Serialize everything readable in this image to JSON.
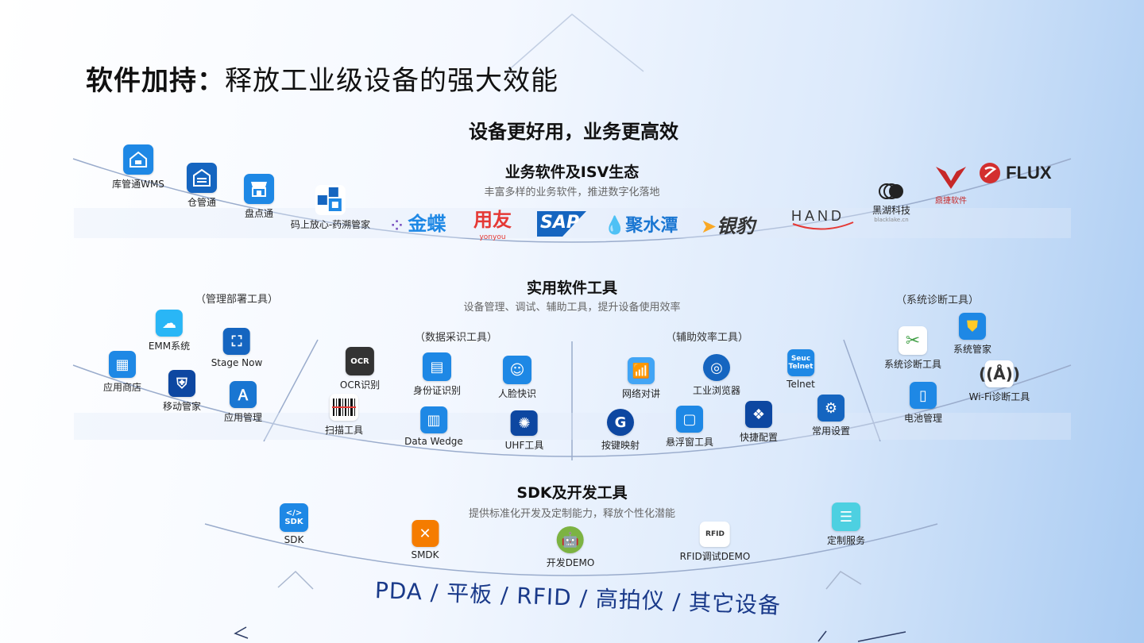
{
  "title": {
    "bold": "软件加持：",
    "rest": "释放工业级设备的强大效能"
  },
  "headline": "设备更好用，业务更高效",
  "isv": {
    "heading": "业务软件及ISV生态",
    "subtitle": "丰富多样的业务软件，推进数字化落地",
    "apps": [
      {
        "label": "库管通WMS",
        "icon": "warehouse-wms-icon",
        "color": "#1e88e5"
      },
      {
        "label": "仓管通",
        "icon": "warehouse-door-icon",
        "color": "#1565c0"
      },
      {
        "label": "盘点通",
        "icon": "store-icon",
        "color": "#1e88e5"
      },
      {
        "label": "码上放心-药溯管家",
        "icon": "qr-trace-icon",
        "color": "#1976d2"
      }
    ],
    "partners": [
      {
        "name": "金蝶",
        "color": "#1e88e5"
      },
      {
        "name": "用友",
        "sub": "yonyou",
        "color": "#e53935"
      },
      {
        "name": "SAP",
        "color": "#1565c0"
      },
      {
        "name": "聚水潭",
        "color": "#1976d2"
      },
      {
        "name": "银豹",
        "color": "#333333"
      },
      {
        "name": "HAND",
        "color": "#333333"
      },
      {
        "name": "黑湖科技",
        "sub": "blacklake.cn",
        "color": "#222222"
      },
      {
        "name": "鼎捷软件",
        "color": "#c62828"
      },
      {
        "name": "FLUX",
        "color": "#222222"
      }
    ]
  },
  "tools": {
    "heading": "实用软件工具",
    "subtitle": "设备管理、调试、辅助工具，提升设备使用效率",
    "mgmt": {
      "label": "（管理部署工具）",
      "apps": [
        {
          "label": "EMM系统",
          "icon": "emm-cloud-icon",
          "color": "#29b6f6"
        },
        {
          "label": "Stage Now",
          "icon": "stage-now-icon",
          "color": "#1565c0"
        },
        {
          "label": "应用商店",
          "icon": "app-store-bag-icon",
          "color": "#1e88e5"
        },
        {
          "label": "移动管家",
          "icon": "mobile-shield-icon",
          "color": "#0d47a1"
        },
        {
          "label": "应用管理",
          "icon": "app-manage-icon",
          "color": "#1976d2"
        }
      ]
    },
    "capture": {
      "label": "（数据采识工具）",
      "apps": [
        {
          "label": "OCR识别",
          "icon": "ocr-icon",
          "color": "#333333"
        },
        {
          "label": "身份证识别",
          "icon": "id-card-icon",
          "color": "#1e88e5"
        },
        {
          "label": "人脸快识",
          "icon": "face-scan-icon",
          "color": "#1e88e5"
        },
        {
          "label": "扫描工具",
          "icon": "barcode-icon",
          "color": "#ffffff"
        },
        {
          "label": "Data Wedge",
          "icon": "data-wedge-icon",
          "color": "#1e88e5"
        },
        {
          "label": "UHF工具",
          "icon": "uhf-icon",
          "color": "#0d47a1"
        }
      ]
    },
    "assist": {
      "label": "（辅助效率工具）",
      "apps": [
        {
          "label": "网络对讲",
          "icon": "walkie-talkie-icon",
          "color": "#42a5f5"
        },
        {
          "label": "工业浏览器",
          "icon": "browser-icon",
          "color": "#1565c0"
        },
        {
          "label": "Telnet",
          "icon": "telnet-icon",
          "color": "#1e88e5"
        },
        {
          "label": "按键映射",
          "icon": "key-map-icon",
          "color": "#0d47a1"
        },
        {
          "label": "悬浮窗工具",
          "icon": "float-window-icon",
          "color": "#1e88e5"
        },
        {
          "label": "快捷配置",
          "icon": "quick-config-icon",
          "color": "#0d47a1"
        },
        {
          "label": "常用设置",
          "icon": "gear-icon",
          "color": "#1565c0"
        }
      ]
    },
    "diag": {
      "label": "（系统诊断工具）",
      "apps": [
        {
          "label": "系统诊断工具",
          "icon": "wrench-tools-icon",
          "color": "#ffffff"
        },
        {
          "label": "系统管家",
          "icon": "shield-icon",
          "color": "#1e88e5"
        },
        {
          "label": "电池管理",
          "icon": "battery-icon",
          "color": "#1e88e5"
        },
        {
          "label": "Wi-Fi诊断工具",
          "icon": "wifi-antenna-icon",
          "color": "#ffffff"
        }
      ]
    }
  },
  "sdk": {
    "heading": "SDK及开发工具",
    "subtitle": "提供标准化开发及定制能力，释放个性化潜能",
    "apps": [
      {
        "label": "SDK",
        "icon": "sdk-code-icon",
        "color": "#1e88e5"
      },
      {
        "label": "SMDK",
        "icon": "smdk-tools-icon",
        "color": "#f57c00"
      },
      {
        "label": "开发DEMO",
        "icon": "android-icon",
        "color": "#7cb342"
      },
      {
        "label": "RFID调试DEMO",
        "icon": "rfid-icon",
        "color": "#ffffff"
      },
      {
        "label": "定制服务",
        "icon": "custom-service-icon",
        "color": "#4dd0e1"
      }
    ]
  },
  "devices": "PDA / 平板 / RFID / 高拍仪 / 其它设备"
}
